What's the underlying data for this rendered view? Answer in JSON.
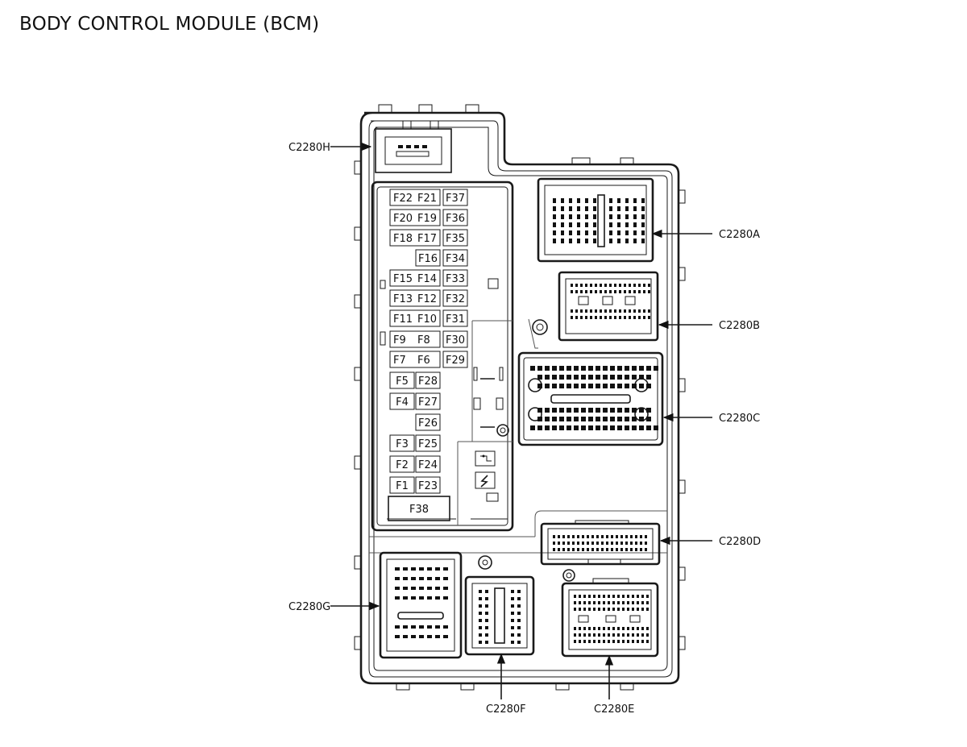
{
  "title": "BODY CONTROL MODULE (BCM)",
  "connectors": {
    "H": "C2280H",
    "A": "C2280A",
    "B": "C2280B",
    "C": "C2280C",
    "D": "C2280D",
    "G": "C2280G",
    "F": "C2280F",
    "E": "C2280E"
  },
  "fuses": {
    "F1": "F1",
    "F2": "F2",
    "F3": "F3",
    "F4": "F4",
    "F5": "F5",
    "F6": "F6",
    "F7": "F7",
    "F8": "F8",
    "F9": "F9",
    "F10": "F10",
    "F11": "F11",
    "F12": "F12",
    "F13": "F13",
    "F14": "F14",
    "F15": "F15",
    "F16": "F16",
    "F17": "F17",
    "F18": "F18",
    "F19": "F19",
    "F20": "F20",
    "F21": "F21",
    "F22": "F22",
    "F23": "F23",
    "F24": "F24",
    "F25": "F25",
    "F26": "F26",
    "F27": "F27",
    "F28": "F28",
    "F29": "F29",
    "F30": "F30",
    "F31": "F31",
    "F32": "F32",
    "F33": "F33",
    "F34": "F34",
    "F35": "F35",
    "F36": "F36",
    "F37": "F37",
    "F38": "F38"
  },
  "icons": [
    "relay-symbol-icon",
    "lightning-symbol-icon"
  ]
}
